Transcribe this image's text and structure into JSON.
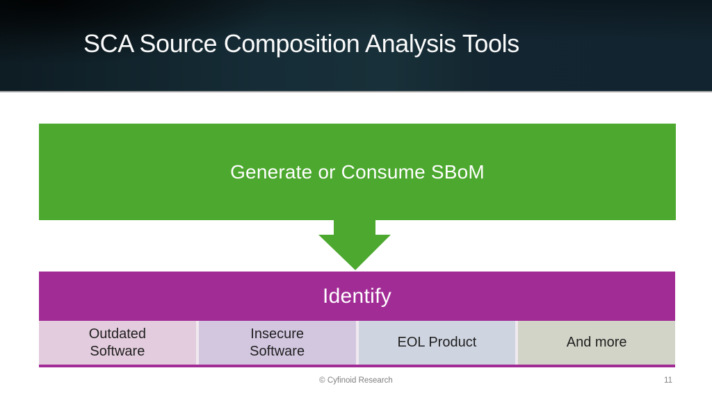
{
  "slide": {
    "title": "SCA Source Composition Analysis Tools",
    "footer": {
      "copyright": "© Cyfinoid Research",
      "page_number": "11"
    }
  },
  "diagram": {
    "top_box": {
      "label": "Generate or Consume SBoM",
      "color": "#4ca82e"
    },
    "arrow": {
      "name": "down-arrow",
      "color": "#4ca82e"
    },
    "identify_box": {
      "label": "Identify",
      "color": "#a22c96"
    },
    "categories": [
      {
        "label": "Outdated\nSoftware",
        "color": "#e3ccdd"
      },
      {
        "label": "Insecure\nSoftware",
        "color": "#d3c7e0"
      },
      {
        "label": "EOL Product",
        "color": "#ced4e0"
      },
      {
        "label": "And more",
        "color": "#d2d4c7"
      }
    ]
  },
  "colors": {
    "header_dark": "#13242f",
    "header_divider": "#a5a5a5",
    "footer_text": "#7e7e7e"
  }
}
